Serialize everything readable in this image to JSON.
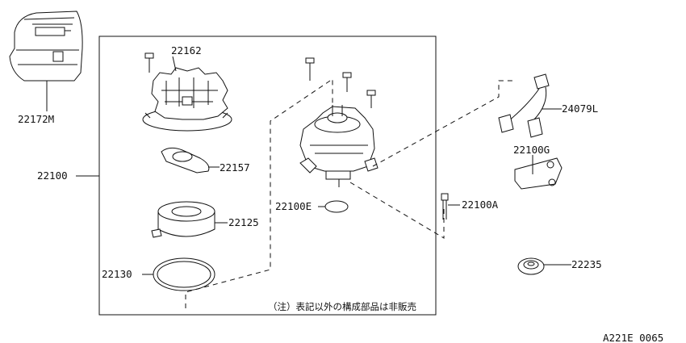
{
  "parts": {
    "p22172M": "22172M",
    "p22100": "22100",
    "p22162": "22162",
    "p22157": "22157",
    "p22125": "22125",
    "p22130": "22130",
    "p22100E": "22100E",
    "p22100A": "22100A",
    "p24079L": "24079L",
    "p22100G": "22100G",
    "p22235": "22235"
  },
  "note": "（注）表記以外の構成部品は非販売",
  "figure_code": "A221E 0065"
}
